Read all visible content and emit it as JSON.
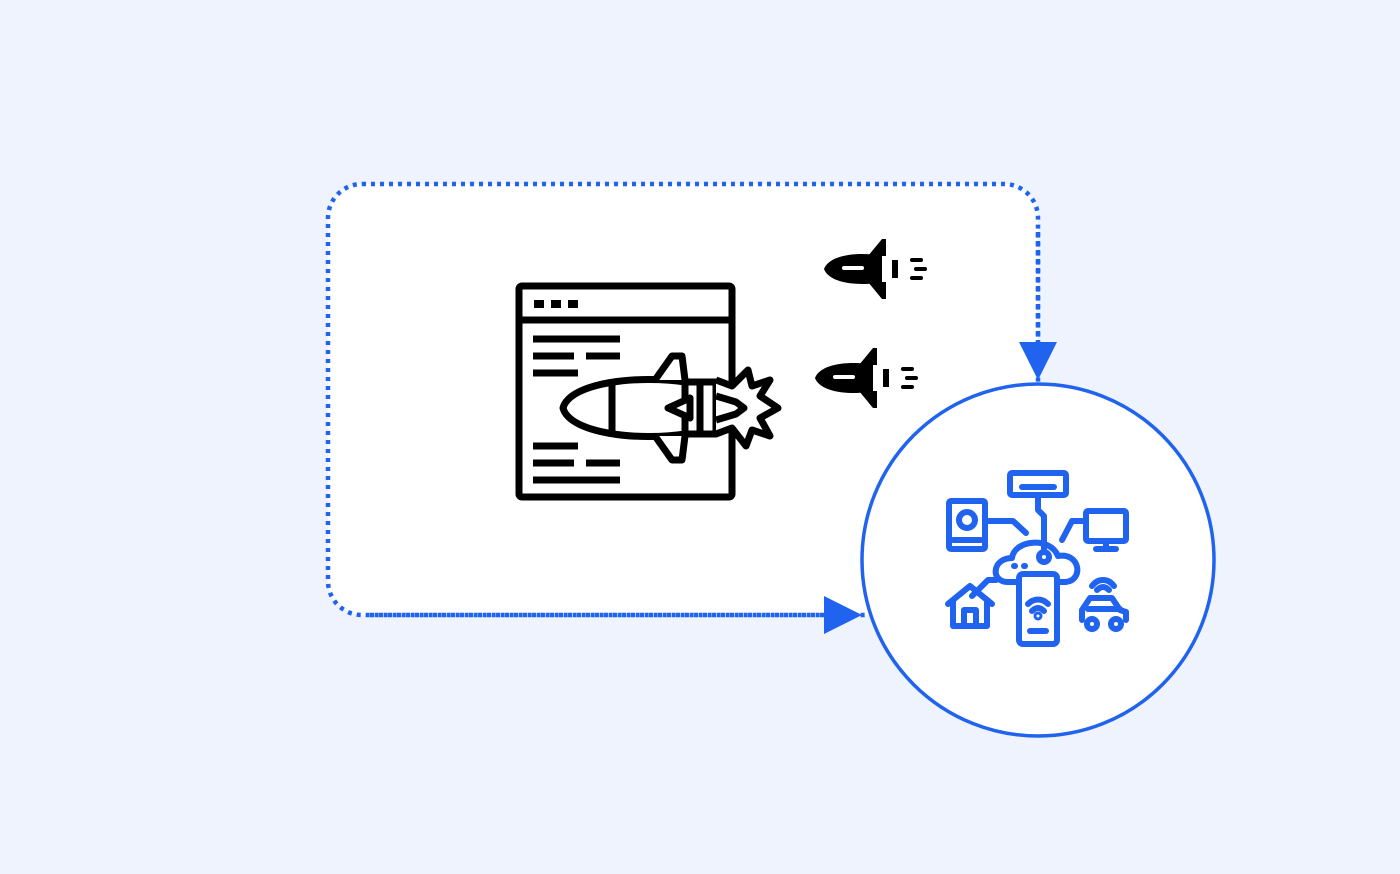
{
  "diagram": {
    "type": "flow",
    "nodes": [
      {
        "id": "attacker-panel",
        "icon": "browser-window-missile-icon",
        "label": ""
      },
      {
        "id": "projectile-1",
        "icon": "missile-icon",
        "label": ""
      },
      {
        "id": "projectile-2",
        "icon": "missile-icon",
        "label": ""
      },
      {
        "id": "target-network",
        "icon": "iot-cloud-network-icon",
        "label": ""
      }
    ],
    "edges": [
      {
        "from": "attacker-panel",
        "to": "target-network",
        "style": "dotted",
        "label": ""
      },
      {
        "from": "attacker-panel",
        "to": "target-network",
        "style": "dotted",
        "label": ""
      }
    ]
  },
  "colors": {
    "background": "#eef3fd",
    "panel": "#ffffff",
    "accent": "#1f63ef",
    "ink": "#000000"
  }
}
